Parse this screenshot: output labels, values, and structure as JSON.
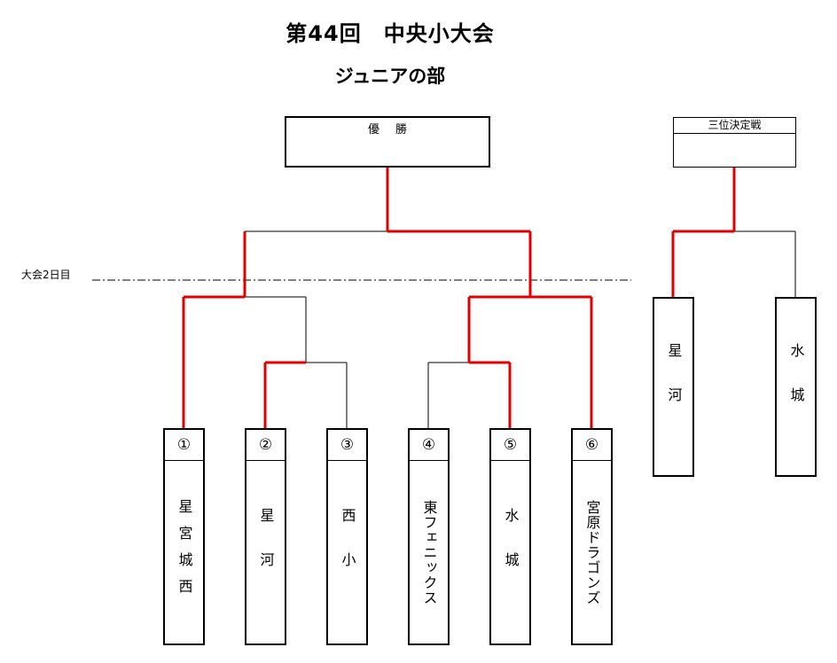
{
  "title": "第44回　中央小大会",
  "subtitle": "ジュニアの部",
  "champion_label": "優勝",
  "third_place_label": "三位決定戦",
  "day2_label": "大会2日目",
  "teams": [
    {
      "seed": "①",
      "name": "星宮城西"
    },
    {
      "seed": "②",
      "name": "星河"
    },
    {
      "seed": "③",
      "name": "西小"
    },
    {
      "seed": "④",
      "name": "東フェニックス"
    },
    {
      "seed": "⑤",
      "name": "水城"
    },
    {
      "seed": "⑥",
      "name": "宮原ドラゴンズ"
    }
  ],
  "third_place_teams": [
    {
      "name": "星河"
    },
    {
      "name": "水城"
    }
  ],
  "colors": {
    "winner_line": "#e00000",
    "line": "#000000"
  }
}
